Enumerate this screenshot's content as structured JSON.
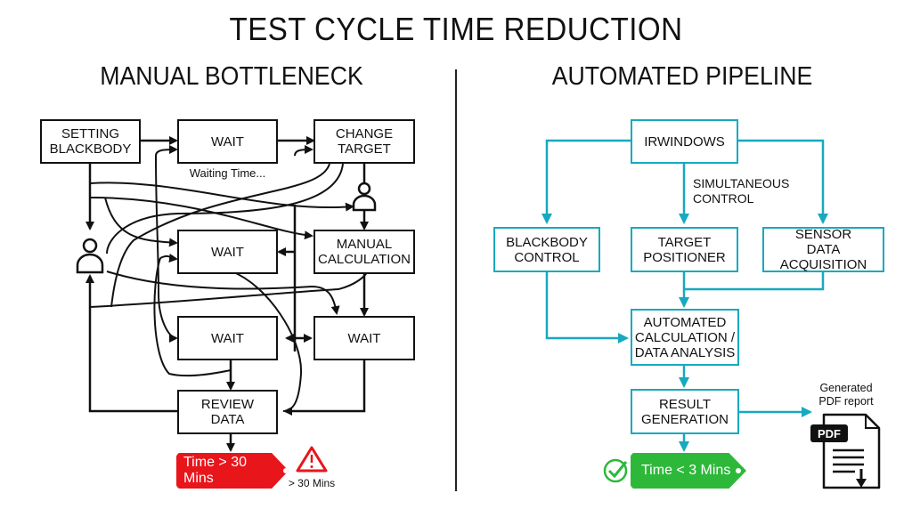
{
  "title": "TEST CYCLE TIME REDUCTION",
  "manual": {
    "heading": "MANUAL BOTTLENECK",
    "boxes": {
      "setting_blackbody": "SETTING\nBLACKBODY",
      "wait_top": "WAIT",
      "change_target": "CHANGE\nTARGET",
      "wait_mid": "WAIT",
      "manual_calculation": "MANUAL\nCALCULATION",
      "wait_low_left": "WAIT",
      "wait_low_right": "WAIT",
      "review_data": "REVIEW\nDATA"
    },
    "waiting_note": "Waiting Time...",
    "result_tag": "Time > 30 Mins",
    "warning_note": "> 30 Mins",
    "colors": {
      "tag": "#e8151b",
      "stroke": "#111111"
    }
  },
  "automated": {
    "heading": "AUTOMATED PIPELINE",
    "boxes": {
      "irwindows": "IRWINDOWS",
      "blackbody_control": "BLACKBODY\nCONTROL",
      "target_positioner": "TARGET\nPOSITIONER",
      "sensor_data_acquisition": "SENSOR\nDATA ACQUISITION",
      "automated_calculation": "AUTOMATED\nCALCULATION /\nDATA ANALYSIS",
      "result_generation": "RESULT\nGENERATION"
    },
    "simultaneous_note": "SIMULTANEOUS\nCONTROL",
    "pdf_note": "Generated\nPDF report",
    "pdf_badge": "PDF",
    "result_tag": "Time < 3 Mins",
    "colors": {
      "accent": "#17a9bf",
      "tag": "#2db83a"
    }
  }
}
